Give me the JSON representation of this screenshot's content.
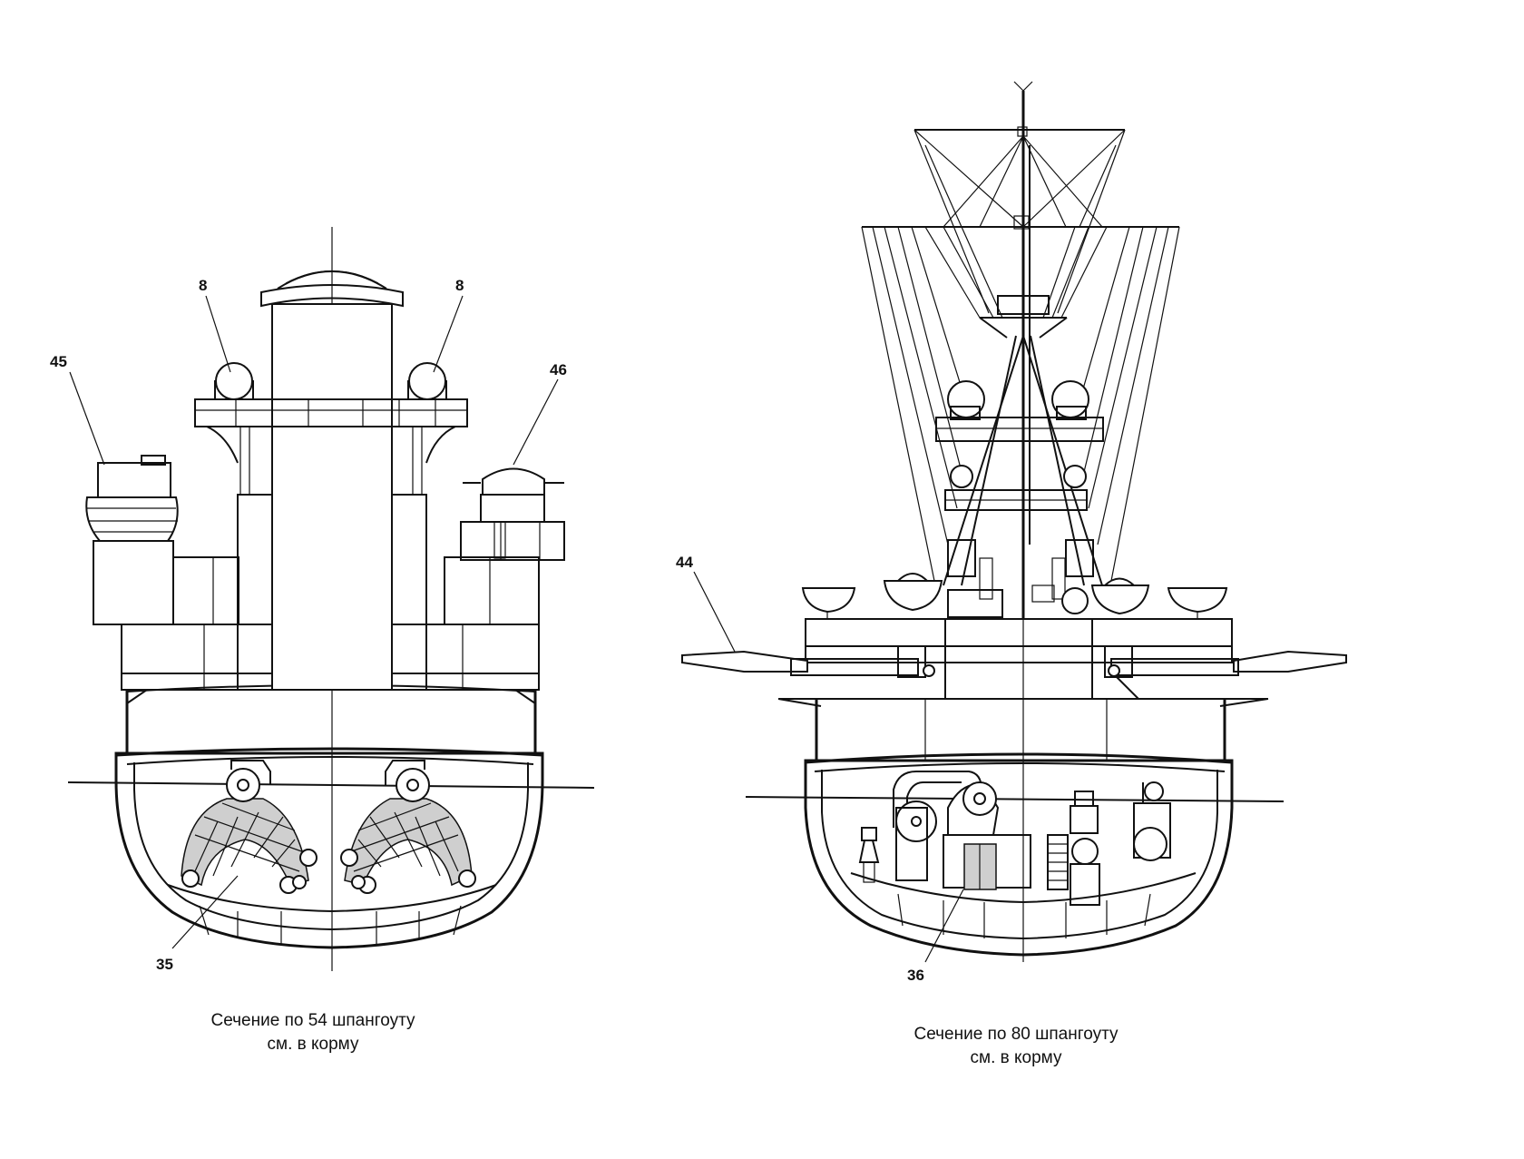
{
  "left_section": {
    "caption_line1": "Сечение по 54 шпангоуту",
    "caption_line2": "см. в корму",
    "callouts": [
      "8",
      "8",
      "45",
      "46",
      "35"
    ]
  },
  "right_section": {
    "caption_line1": "Сечение по 80 шпангоуту",
    "caption_line2": "см. в корму",
    "callouts": [
      "44",
      "36"
    ]
  }
}
